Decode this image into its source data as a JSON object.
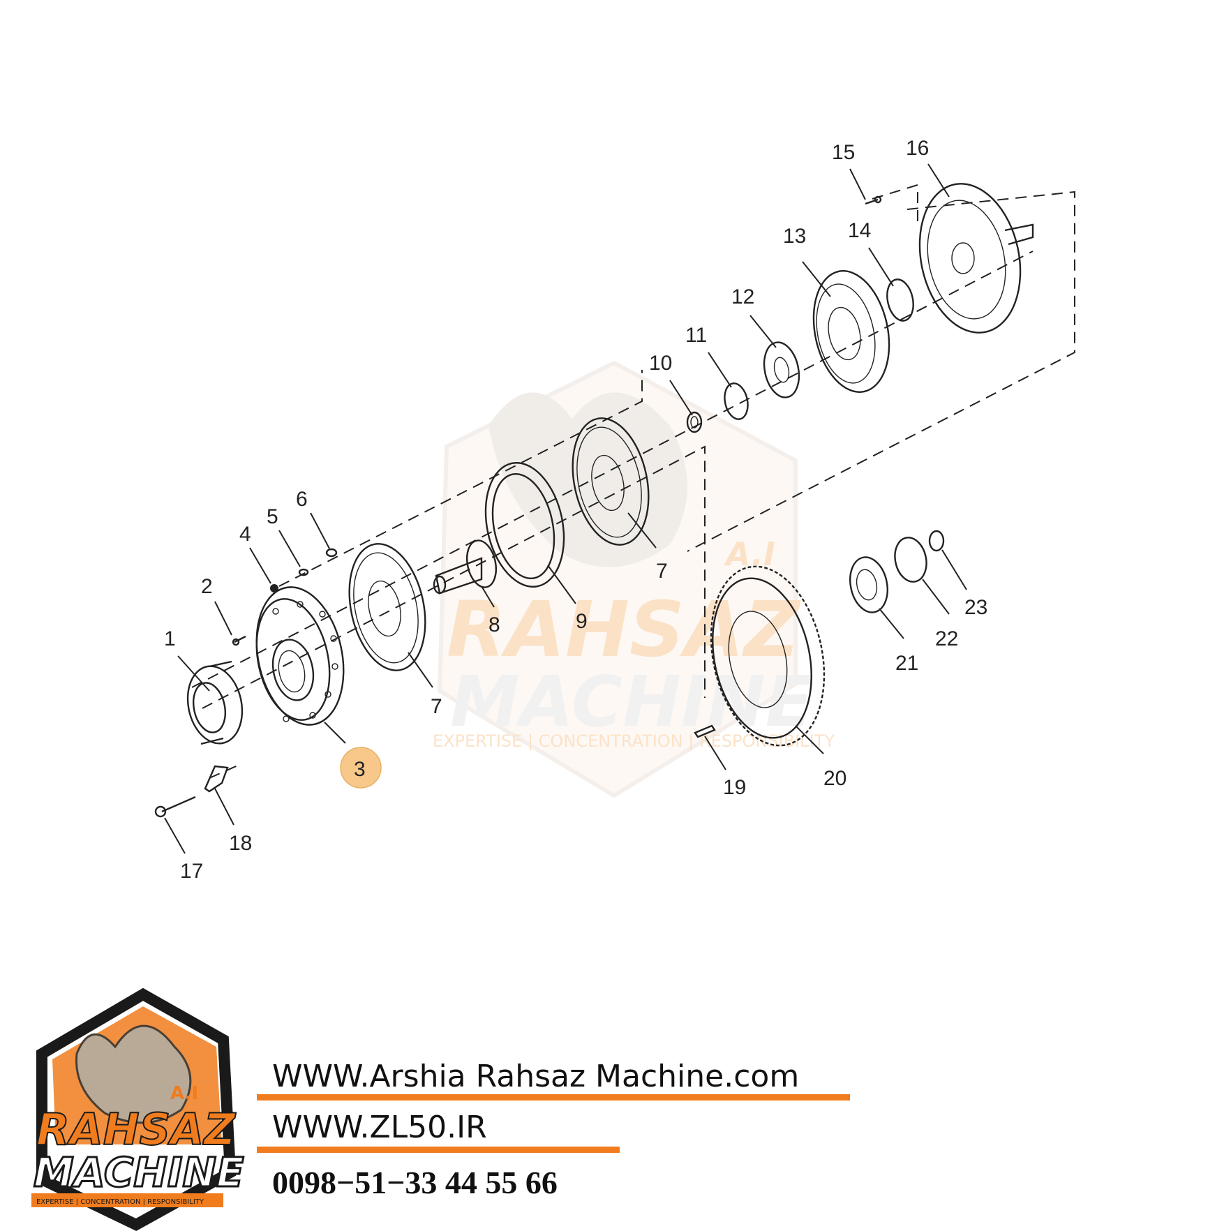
{
  "diagram": {
    "labels": [
      {
        "text": "1"
      },
      {
        "text": "2"
      },
      {
        "text": "3",
        "highlighted": true
      },
      {
        "text": "4"
      },
      {
        "text": "5"
      },
      {
        "text": "6"
      },
      {
        "text": "7"
      },
      {
        "text": "7"
      },
      {
        "text": "8"
      },
      {
        "text": "9"
      },
      {
        "text": "10"
      },
      {
        "text": "11"
      },
      {
        "text": "12"
      },
      {
        "text": "13"
      },
      {
        "text": "14"
      },
      {
        "text": "15"
      },
      {
        "text": "16"
      },
      {
        "text": "17"
      },
      {
        "text": "18"
      },
      {
        "text": "19"
      },
      {
        "text": "20"
      },
      {
        "text": "21"
      },
      {
        "text": "22"
      },
      {
        "text": "23"
      }
    ],
    "highlight_color": "#F7C88A"
  },
  "watermark": {
    "wordmark_top": "RAHSAZ",
    "wordmark_bottom": "MACHINE",
    "initials": "A.I",
    "tagline": "EXPERTISE | CONCENTRATION | RESPONSIBILITY",
    "color": "#F39A3A"
  },
  "logo": {
    "wordmark_top": "RAHSAZ",
    "wordmark_bottom": "MACHINE",
    "initials": "A.I",
    "tagline": "EXPERTISE | CONCENTRATION | RESPONSIBILITY",
    "border_color": "#1A1A1A",
    "accent_color": "#F07C1E"
  },
  "footer": {
    "website_1": "WWW.Arshia Rahsaz Machine.com",
    "website_2": "WWW.ZL50.IR",
    "phone": "0098−51−33 44 55 66",
    "underline_color": "#F07C1E"
  }
}
